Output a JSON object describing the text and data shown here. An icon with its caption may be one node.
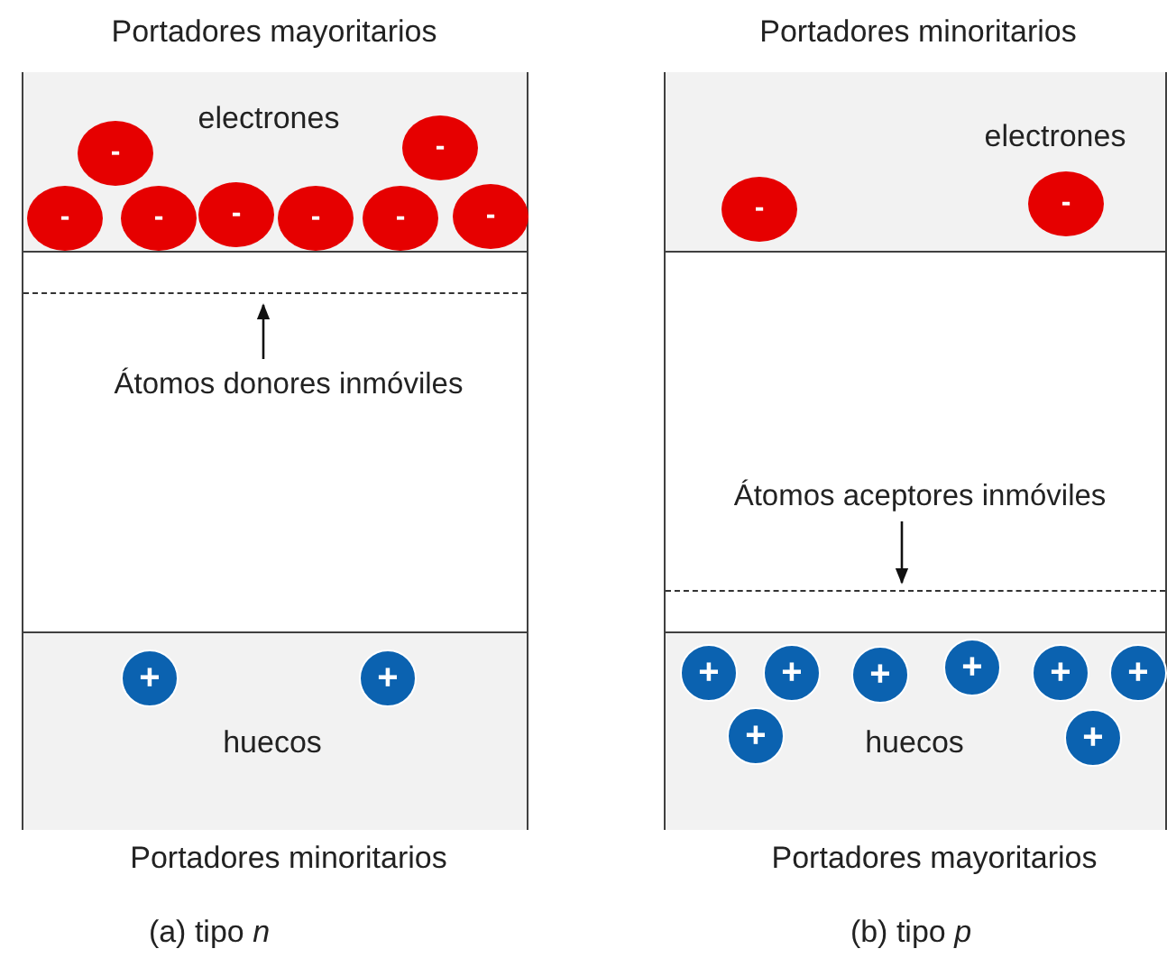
{
  "diagram": {
    "nodes": [
      {
        "text": [
          "electrones"
        ]
      },
      {
        "text": [
          "-"
        ],
        "in": 0
      },
      {
        "text": [
          "-"
        ],
        "in": 0
      },
      {
        "text": [
          "-"
        ],
        "in": 0
      },
      {
        "text": [
          "-"
        ],
        "in": 0
      },
      {
        "text": [
          "-"
        ],
        "in": 0
      },
      {
        "text": [
          "-"
        ],
        "in": 0
      },
      {
        "text": [
          "-"
        ],
        "in": 0
      },
      {
        "text": [
          "-"
        ],
        "in": 0
      },
      {
        "text": [],
        "shape": "line"
      },
      {
        "text": [
          "Átomos donores inmóviles"
        ]
      },
      {
        "text": [
          "huecos"
        ]
      },
      {
        "text": [
          "+"
        ],
        "in": 11
      },
      {
        "text": [
          "+"
        ],
        "in": 11
      },
      {
        "text": [
          "electrones"
        ]
      },
      {
        "text": [
          "-"
        ],
        "in": 14
      },
      {
        "text": [
          "-"
        ],
        "in": 14
      },
      {
        "text": [
          "Átomos aceptores inmóviles"
        ]
      },
      {
        "text": [],
        "shape": "line"
      },
      {
        "text": [
          "huecos"
        ]
      },
      {
        "text": [
          "+"
        ],
        "in": 19
      },
      {
        "text": [
          "+"
        ],
        "in": 19
      },
      {
        "text": [
          "+"
        ],
        "in": 19
      },
      {
        "text": [
          "+"
        ],
        "in": 19
      },
      {
        "text": [
          "+"
        ],
        "in": 19
      },
      {
        "text": [
          "+"
        ],
        "in": 19
      },
      {
        "text": [
          "+"
        ],
        "in": 19
      },
      {
        "text": [
          "+"
        ],
        "in": 19
      }
    ],
    "edges": [
      {
        "from": 10,
        "to": 9,
        "arrow": "to"
      },
      {
        "from": 17,
        "to": 18,
        "arrow": "to"
      }
    ],
    "labels": [
      "Portadores mayoritarios",
      "Portadores minoritarios",
      "Portadores minoritarios",
      "Portadores mayoritarios",
      "(a) tipo *n*",
      "(b) tipo *p*"
    ]
  }
}
